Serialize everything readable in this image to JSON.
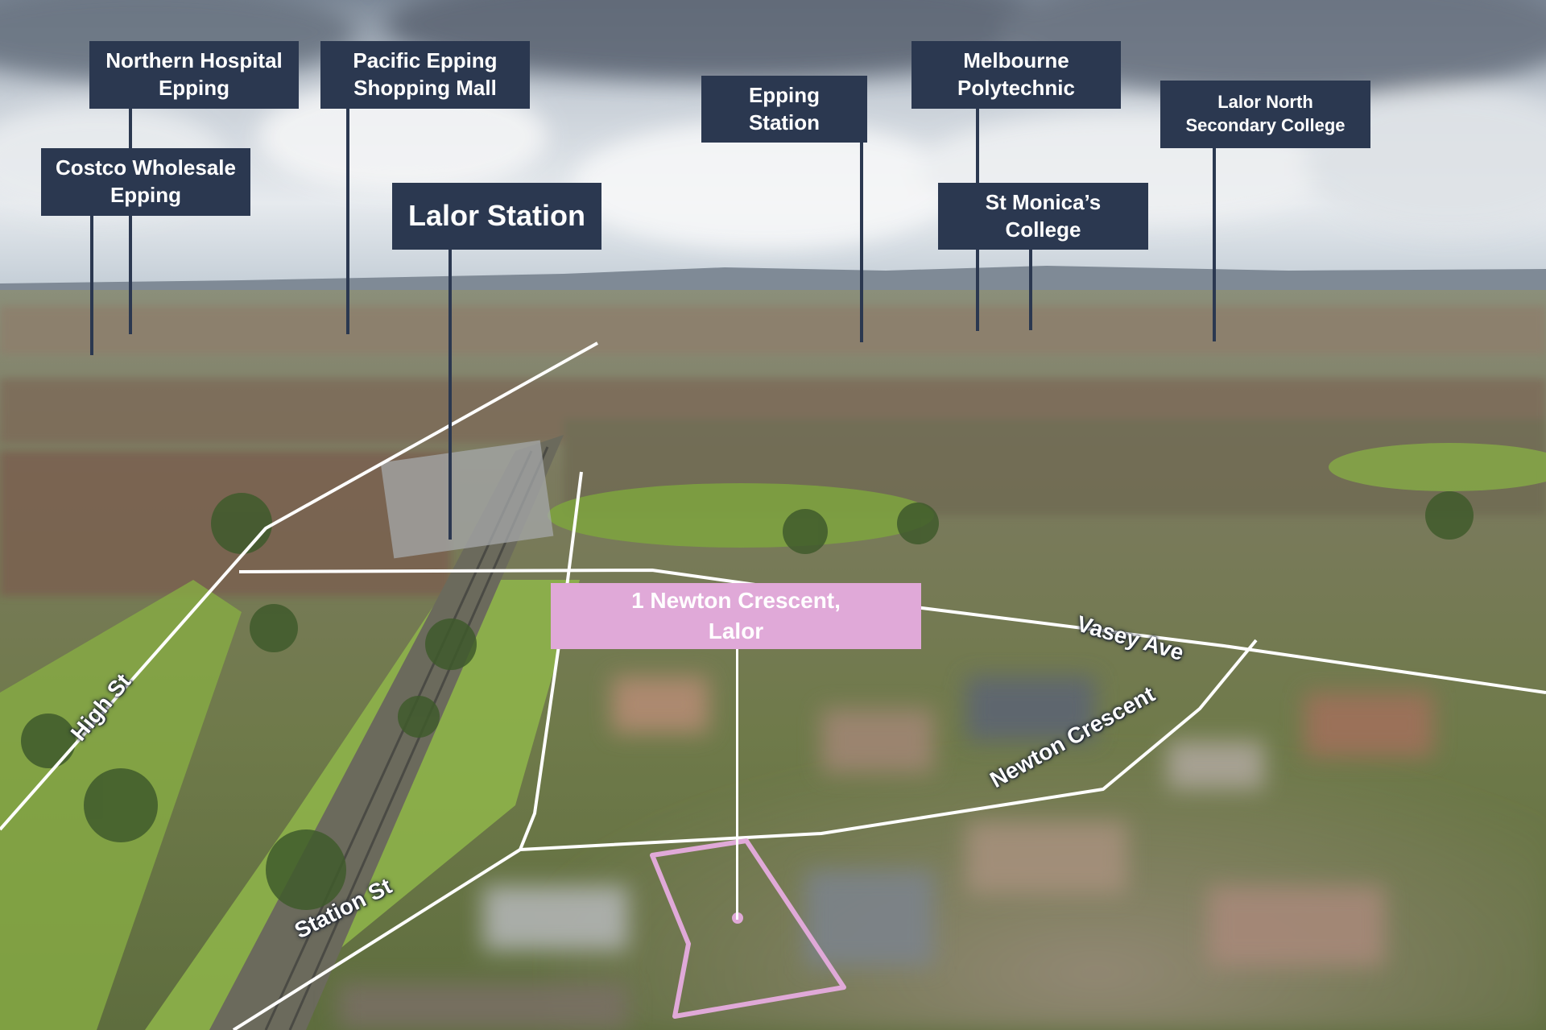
{
  "property": {
    "label": "1 Newton Crescent,\nLalor",
    "outline_color": "#e0a9d8"
  },
  "points_of_interest": [
    {
      "id": "northern-hospital",
      "label": "Northern Hospital\nEpping"
    },
    {
      "id": "costco",
      "label": "Costco Wholesale\nEpping"
    },
    {
      "id": "pacific-epping",
      "label": "Pacific Epping\nShopping Mall"
    },
    {
      "id": "lalor-station",
      "label": "Lalor Station"
    },
    {
      "id": "epping-station",
      "label": "Epping\nStation"
    },
    {
      "id": "melbourne-polytechnic",
      "label": "Melbourne\nPolytechnic"
    },
    {
      "id": "st-monicas",
      "label": "St Monica’s College"
    },
    {
      "id": "lalor-north",
      "label": "Lalor North\nSecondary College"
    }
  ],
  "streets": [
    {
      "id": "high-st",
      "label": "High St"
    },
    {
      "id": "station-st",
      "label": "Station St"
    },
    {
      "id": "vasey-ave",
      "label": "Vasey Ave"
    },
    {
      "id": "newton-crescent",
      "label": "Newton Crescent"
    }
  ],
  "colors": {
    "label_bg": "#2b3850",
    "label_text": "#ffffff",
    "road_lines": "#ffffff",
    "property_accent": "#e0a9d8"
  }
}
